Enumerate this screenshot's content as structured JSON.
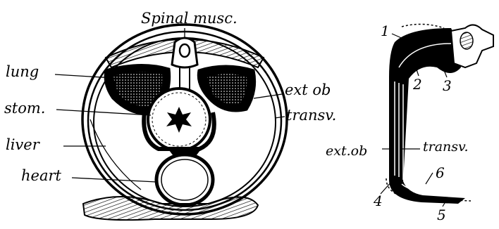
{
  "left_figure": {
    "labels": {
      "spinal_muscle": "Spinal musc.",
      "lung": "lung",
      "stomach": "stom.",
      "liver": "liver",
      "heart": "heart",
      "external_oblique": "ext ob",
      "transversus": "transv."
    }
  },
  "right_figure": {
    "labels": {
      "external_oblique": "ext.ob",
      "transversus": "transv.",
      "n1": "1",
      "n2": "2",
      "n3": "3",
      "n4": "4",
      "n5": "5",
      "n6": "6"
    }
  },
  "colors": {
    "ink": "#000000",
    "paper": "#ffffff"
  }
}
